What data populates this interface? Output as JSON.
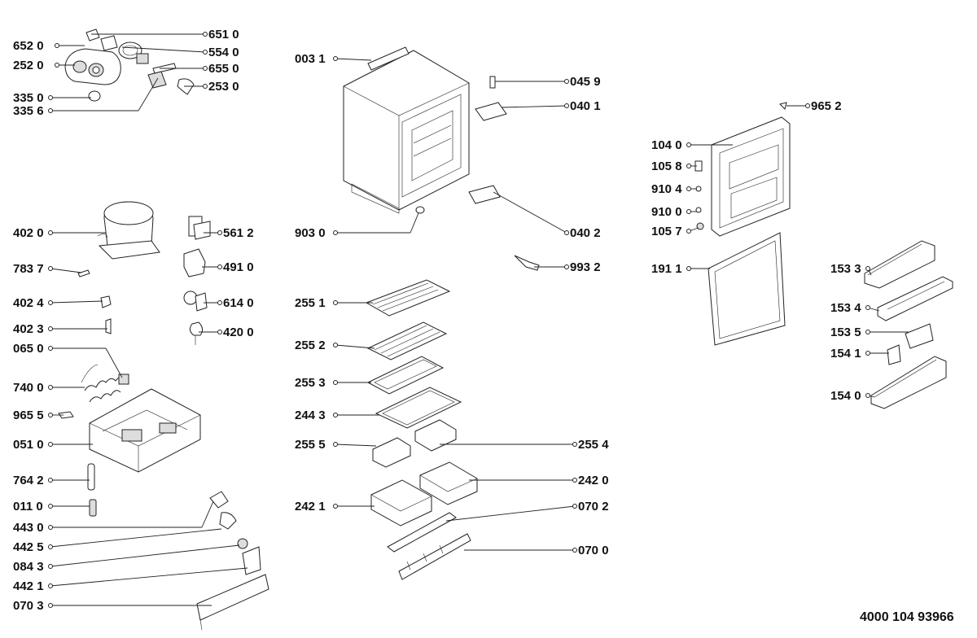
{
  "document_number": "4000 104 93966",
  "labels": {
    "p6510": "651 0",
    "p6520": "652 0",
    "p5540": "554 0",
    "p2520": "252 0",
    "p6550": "655 0",
    "p2530": "253 0",
    "p3350": "335 0",
    "p3356": "335 6",
    "p4020": "402 0",
    "p5612": "561 2",
    "p4910": "491 0",
    "p7837": "783 7",
    "p6140": "614 0",
    "p4024": "402 4",
    "p4200": "420 0",
    "p4023": "402 3",
    "p0650": "065 0",
    "p7400": "740 0",
    "p9655": "965 5",
    "p0510": "051 0",
    "p7642": "764 2",
    "p0110": "011 0",
    "p4430": "443 0",
    "p4425": "442 5",
    "p0843": "084 3",
    "p4421": "442 1",
    "p0703": "070 3",
    "p0031": "003 1",
    "p0459": "045 9",
    "p0401": "040 1",
    "p9030": "903 0",
    "p0402": "040 2",
    "p9932": "993 2",
    "p2551": "255 1",
    "p2552": "255 2",
    "p2553": "255 3",
    "p2443": "244 3",
    "p2555": "255 5",
    "p2554": "255 4",
    "p2420": "242 0",
    "p2421": "242 1",
    "p0702": "070 2",
    "p0700": "070 0",
    "p9652": "965 2",
    "p1040": "104 0",
    "p1058": "105 8",
    "p9104": "910 4",
    "p9100": "910 0",
    "p1057": "105 7",
    "p1911": "191 1",
    "p1533": "153 3",
    "p1534": "153 4",
    "p1535": "153 5",
    "p1541": "154 1",
    "p1540": "154 0"
  }
}
